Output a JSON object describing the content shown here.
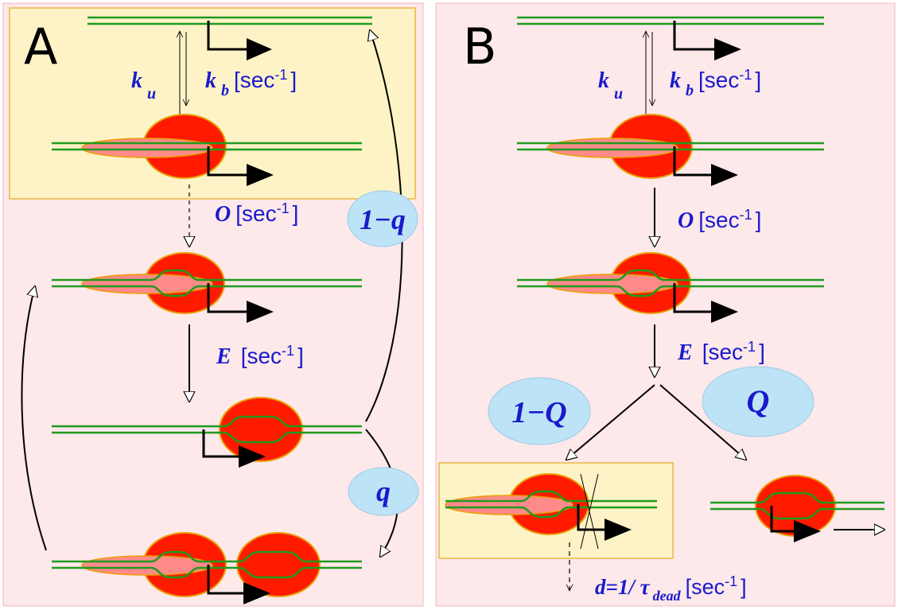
{
  "colors": {
    "panel_bg": "#fde8ea",
    "highlight_box": "#fdf3c6",
    "highlight_border": "#e8b840",
    "dna_strand": "#1f9a1f",
    "polymerase": "#ff1a00",
    "polymerase_border": "#e8a000",
    "transcript": "#ff8a8a",
    "bubble": "#bde3f6",
    "label_text": "#1a1acc"
  },
  "panel_a": {
    "letter": "A",
    "rates": {
      "ku_sym": "k",
      "ku_sub": "u",
      "kb_sym": "k",
      "kb_sub": "b",
      "kb_unit": "[sec",
      "kb_exp": "-1",
      "kb_close": "]",
      "o_sym": "O",
      "o_unit": "[sec",
      "o_exp": "-1",
      "o_close": "]",
      "e_sym": "E",
      "e_unit": "[sec",
      "e_exp": "-1",
      "e_close": "]"
    },
    "bubbles": {
      "one_minus_q": "1−q",
      "q": "q"
    }
  },
  "panel_b": {
    "letter": "B",
    "rates": {
      "ku_sym": "k",
      "ku_sub": "u",
      "kb_sym": "k",
      "kb_sub": "b",
      "kb_unit": "[sec",
      "kb_exp": "-1",
      "kb_close": "]",
      "o_sym": "O",
      "o_unit": "[sec",
      "o_exp": "-1",
      "o_close": "]",
      "e_sym": "E",
      "e_unit": "[sec",
      "e_exp": "-1",
      "e_close": "]",
      "d_sym": "d=1/ τ",
      "d_sub": "dead",
      "d_unit": "[sec",
      "d_exp": "-1",
      "d_close": "]"
    },
    "bubbles": {
      "one_minus_Q": "1−Q",
      "Q": "Q"
    }
  }
}
